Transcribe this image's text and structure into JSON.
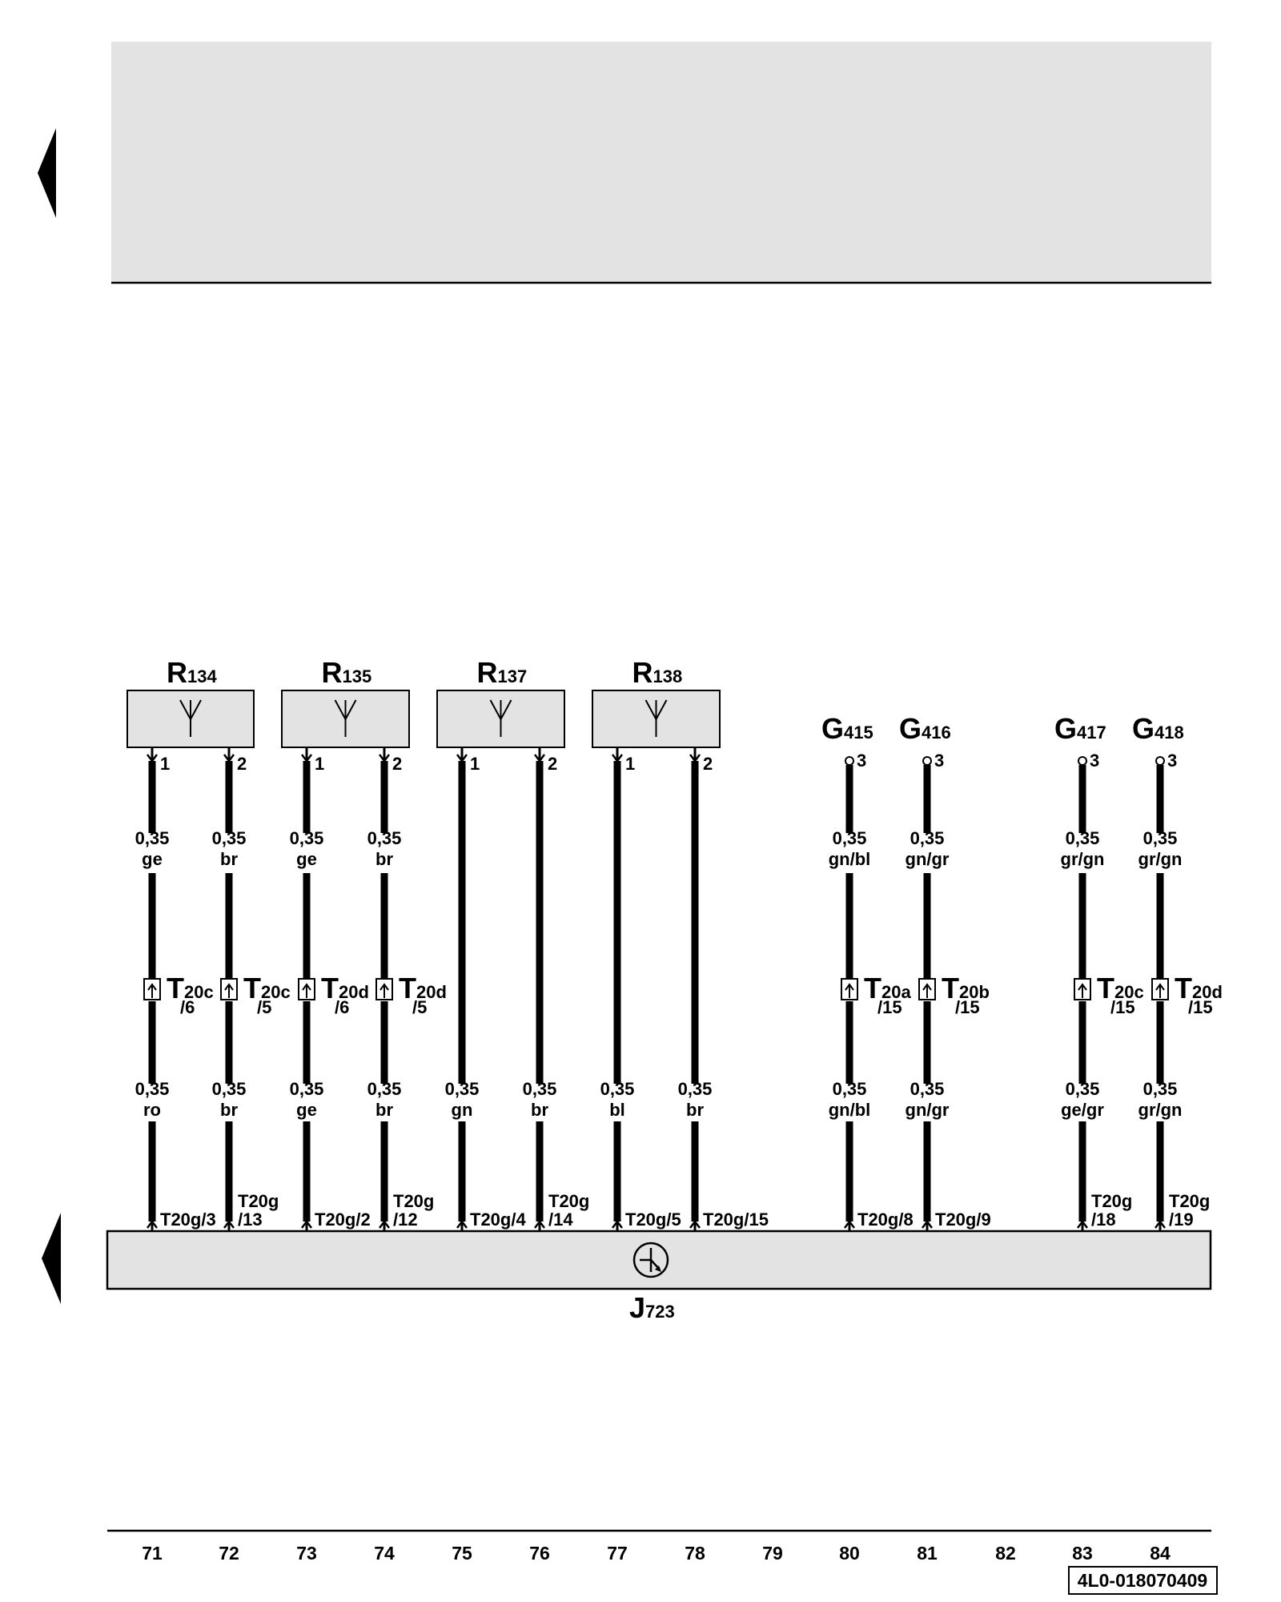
{
  "header": {
    "fill_color": "#e3e3e3"
  },
  "components": [
    {
      "letter": "R",
      "num": "134",
      "pins": [
        "1",
        "2"
      ]
    },
    {
      "letter": "R",
      "num": "135",
      "pins": [
        "1",
        "2"
      ]
    },
    {
      "letter": "R",
      "num": "137",
      "pins": [
        "1",
        "2"
      ]
    },
    {
      "letter": "R",
      "num": "138",
      "pins": [
        "1",
        "2"
      ]
    }
  ],
  "sensors": [
    {
      "letter": "G",
      "num": "415",
      "pin": "3"
    },
    {
      "letter": "G",
      "num": "416",
      "pin": "3"
    },
    {
      "letter": "G",
      "num": "417",
      "pin": "3"
    },
    {
      "letter": "G",
      "num": "418",
      "pin": "3"
    }
  ],
  "control_unit": {
    "letter": "J",
    "num": "723"
  },
  "wires": [
    {
      "col": "71",
      "size_top": "0,35",
      "color_top": "ge",
      "conn_letter": "T",
      "conn_sub": "20c",
      "conn_pin": "/6",
      "size_bot": "0,35",
      "color_bot": "ro",
      "term": "T20g/3",
      "term2": ""
    },
    {
      "col": "72",
      "size_top": "0,35",
      "color_top": "br",
      "conn_letter": "T",
      "conn_sub": "20c",
      "conn_pin": "/5",
      "size_bot": "0,35",
      "color_bot": "br",
      "term": "T20g",
      "term2": "/13"
    },
    {
      "col": "73",
      "size_top": "0,35",
      "color_top": "ge",
      "conn_letter": "T",
      "conn_sub": "20d",
      "conn_pin": "/6",
      "size_bot": "0,35",
      "color_bot": "ge",
      "term": "T20g/2",
      "term2": ""
    },
    {
      "col": "74",
      "size_top": "0,35",
      "color_top": "br",
      "conn_letter": "T",
      "conn_sub": "20d",
      "conn_pin": "/5",
      "size_bot": "0,35",
      "color_bot": "br",
      "term": "T20g",
      "term2": "/12"
    },
    {
      "col": "75",
      "size_top": "",
      "color_top": "",
      "conn_letter": "",
      "conn_sub": "",
      "conn_pin": "",
      "size_bot": "0,35",
      "color_bot": "gn",
      "term": "T20g/4",
      "term2": ""
    },
    {
      "col": "76",
      "size_top": "",
      "color_top": "",
      "conn_letter": "",
      "conn_sub": "",
      "conn_pin": "",
      "size_bot": "0,35",
      "color_bot": "br",
      "term": "T20g",
      "term2": "/14"
    },
    {
      "col": "77",
      "size_top": "",
      "color_top": "",
      "conn_letter": "",
      "conn_sub": "",
      "conn_pin": "",
      "size_bot": "0,35",
      "color_bot": "bl",
      "term": "T20g/5",
      "term2": ""
    },
    {
      "col": "78",
      "size_top": "",
      "color_top": "",
      "conn_letter": "",
      "conn_sub": "",
      "conn_pin": "",
      "size_bot": "0,35",
      "color_bot": "br",
      "term": "T20g/15",
      "term2": ""
    },
    {
      "col": "80",
      "size_top": "0,35",
      "color_top": "gn/bl",
      "conn_letter": "T",
      "conn_sub": "20a",
      "conn_pin": "/15",
      "size_bot": "0,35",
      "color_bot": "gn/bl",
      "term": "T20g/8",
      "term2": ""
    },
    {
      "col": "81",
      "size_top": "0,35",
      "color_top": "gn/gr",
      "conn_letter": "T",
      "conn_sub": "20b",
      "conn_pin": "/15",
      "size_bot": "0,35",
      "color_bot": "gn/gr",
      "term": "T20g/9",
      "term2": ""
    },
    {
      "col": "83",
      "size_top": "0,35",
      "color_top": "gr/gn",
      "conn_letter": "T",
      "conn_sub": "20c",
      "conn_pin": "/15",
      "size_bot": "0,35",
      "color_bot": "ge/gr",
      "term": "T20g",
      "term2": "/18"
    },
    {
      "col": "84",
      "size_top": "0,35",
      "color_top": "gr/gn",
      "conn_letter": "T",
      "conn_sub": "20d",
      "conn_pin": "/15",
      "size_bot": "0,35",
      "color_bot": "gr/gn",
      "term": "T20g",
      "term2": "/19"
    }
  ],
  "column_numbers": [
    "71",
    "72",
    "73",
    "74",
    "75",
    "76",
    "77",
    "78",
    "79",
    "80",
    "81",
    "82",
    "83",
    "84"
  ],
  "footer_code": "4L0-018070409"
}
